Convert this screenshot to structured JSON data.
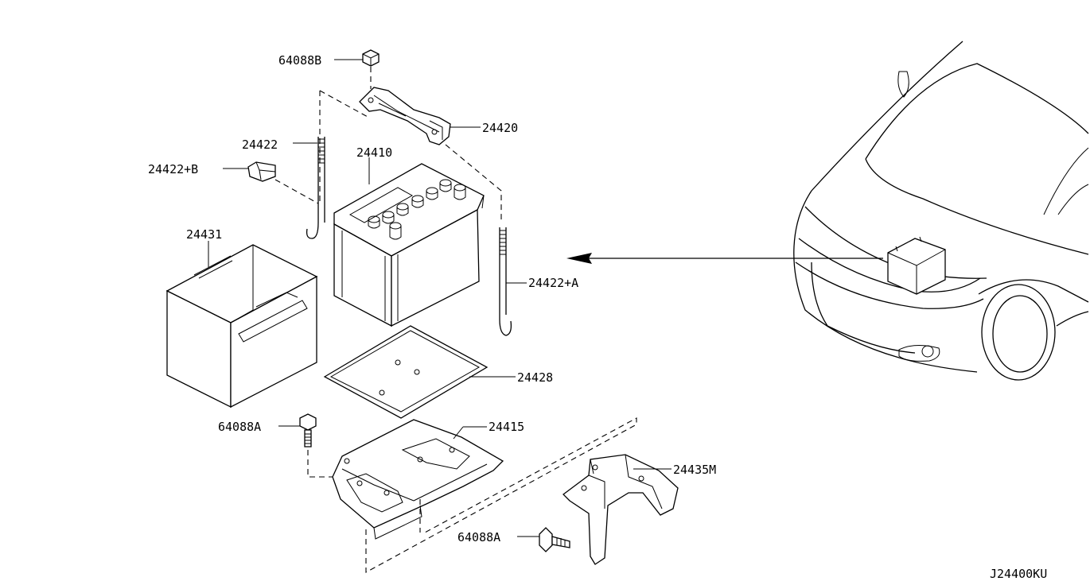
{
  "diagram_code": "J24400KU",
  "parts": {
    "bolt_64088b": "64088B",
    "bracket_24420": "24420",
    "rod_24422": "24422",
    "clip_24422b": "24422+B",
    "battery_24410": "24410",
    "cover_24431": "24431",
    "rod_24422a": "24422+A",
    "tray_24428": "24428",
    "bolt_64088a_top": "64088A",
    "frame_24415": "24415",
    "support_24435m": "24435M",
    "bolt_64088a_bottom": "64088A"
  }
}
